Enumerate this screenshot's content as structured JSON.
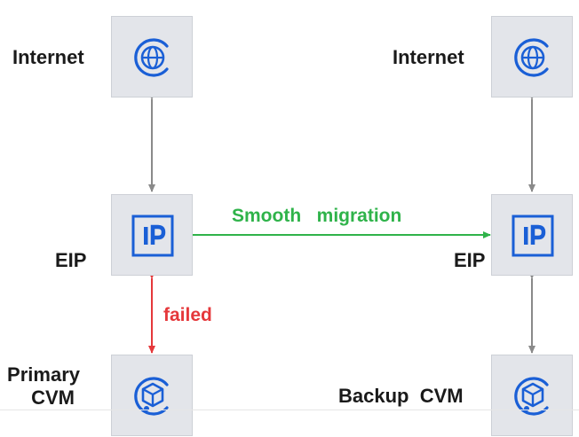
{
  "colors": {
    "icon_blue": "#1a5fd6",
    "box_fill": "#e3e5ea",
    "arrow_gray": "#8a8a8a",
    "success_green": "#2fb34a",
    "error_red": "#e5383b"
  },
  "nodes": {
    "internet_left": {
      "label": "Internet",
      "icon": "globe-icon"
    },
    "internet_right": {
      "label": "Internet",
      "icon": "globe-icon"
    },
    "eip_left": {
      "label": "EIP",
      "icon": "ip-icon"
    },
    "eip_right": {
      "label": "EIP",
      "icon": "ip-icon"
    },
    "primary_cvm": {
      "label_line1": "Primary",
      "label_line2": "CVM",
      "icon": "cvm-cube-icon"
    },
    "backup_cvm": {
      "label": "Backup  CVM",
      "icon": "cvm-cube-icon"
    }
  },
  "edges": {
    "migration": {
      "label": "Smooth   migration"
    },
    "failed": {
      "label": "failed"
    }
  }
}
